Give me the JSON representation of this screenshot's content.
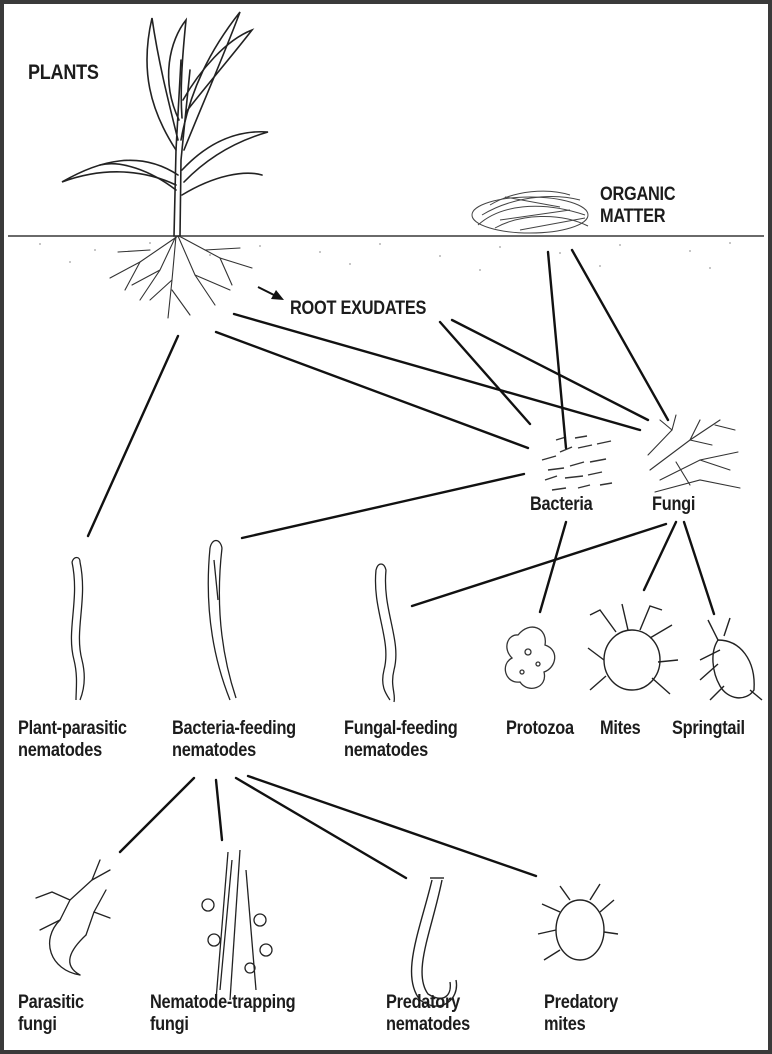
{
  "labels": {
    "plants": "PLANTS",
    "organic_matter_1": "ORGANIC",
    "organic_matter_2": "MATTER",
    "root_exudates": "ROOT EXUDATES",
    "bacteria": "Bacteria",
    "fungi": "Fungi",
    "plant_parasitic_1": "Plant-parasitic",
    "plant_parasitic_2": "nematodes",
    "bacteria_feeding_1": "Bacteria-feeding",
    "bacteria_feeding_2": "nematodes",
    "fungal_feeding_1": "Fungal-feeding",
    "fungal_feeding_2": "nematodes",
    "protozoa": "Protozoa",
    "mites": "Mites",
    "springtail": "Springtail",
    "parasitic_fungi_1": "Parasitic",
    "parasitic_fungi_2": "fungi",
    "nematode_trapping_1": "Nematode-trapping",
    "nematode_trapping_2": "fungi",
    "predatory_nematodes_1": "Predatory",
    "predatory_nematodes_2": "nematodes",
    "predatory_mites_1": "Predatory",
    "predatory_mites_2": "mites"
  },
  "colors": {
    "line": "#1a1a1a",
    "soil": "#9a9a9a",
    "border": "#3a3a3a"
  }
}
